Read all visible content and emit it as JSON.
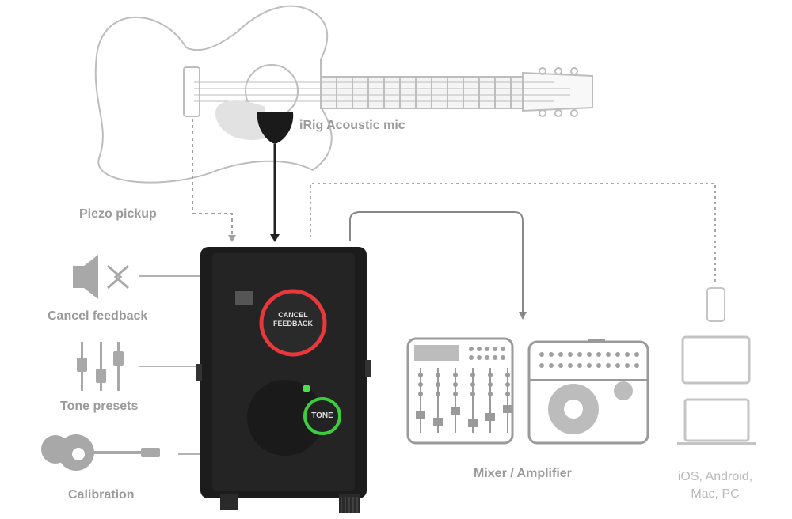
{
  "labels": {
    "mic": "iRig Acoustic mic",
    "piezo": "Piezo pickup",
    "cancel_feedback": "Cancel feedback",
    "tone_presets": "Tone presets",
    "calibration": "Calibration",
    "mixer_amplifier": "Mixer / Amplifier",
    "devices_line1": "iOS, Android,",
    "devices_line2": "Mac, PC"
  },
  "device": {
    "cancel_button_line1": "CANCEL",
    "cancel_button_line2": "FEEDBACK",
    "tone_button": "TONE"
  },
  "colors": {
    "cancel_ring": "#e8383b",
    "tone_ring": "#3dcc3d",
    "device_body": "#1c1c1c",
    "line_gray": "#a0a0a0"
  },
  "icons": [
    "speaker-icon",
    "feedback-cancel-icon",
    "sliders-icon",
    "guitar-cable-icon",
    "phone-icon",
    "tablet-icon",
    "laptop-icon",
    "mixer-icon",
    "amplifier-icon"
  ]
}
